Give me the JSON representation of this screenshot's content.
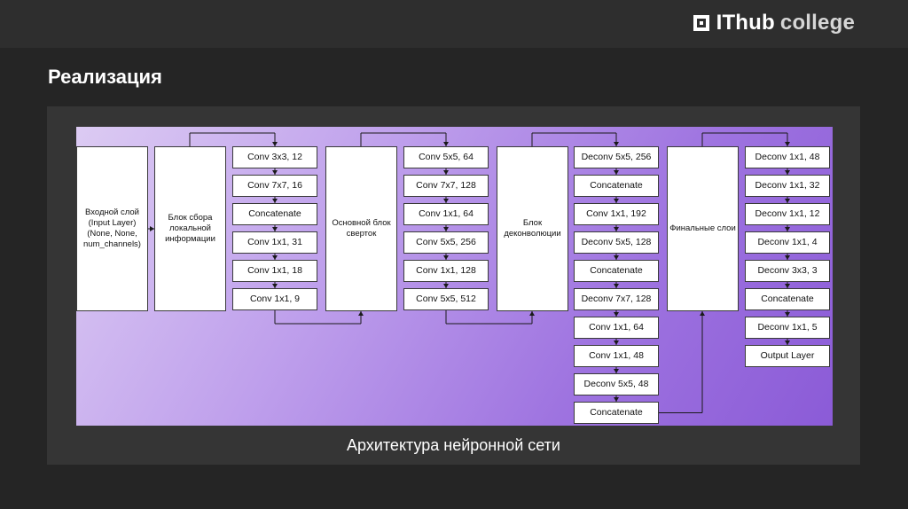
{
  "logo": {
    "name_a": "IThub",
    "name_b": "college"
  },
  "title": "Реализация",
  "caption": "Архитектура нейронной сети",
  "diagram": {
    "background": [
      "#dccbf3",
      "#8b5bd7"
    ],
    "blocks": {
      "input": "Входной слой (Input Layer) (None, None, num_channels)",
      "local": "Блок сбора локальной информации",
      "conv_main": "Основной блок сверток",
      "deconv": "Блок деконволюции",
      "final": "Финальные слои"
    },
    "columns": {
      "local_layers": [
        "Conv 3x3, 12",
        "Conv 7x7, 16",
        "Concatenate",
        "Conv 1x1, 31",
        "Conv 1x1, 18",
        "Conv 1x1, 9"
      ],
      "conv_layers": [
        "Conv 5x5, 64",
        "Conv 7x7, 128",
        "Conv 1x1, 64",
        "Conv 5x5, 256",
        "Conv 1x1, 128",
        "Conv 5x5, 512"
      ],
      "deconv_layers": [
        "Deconv 5x5, 256",
        "Concatenate",
        "Conv 1x1, 192",
        "Deconv 5x5, 128",
        "Concatenate",
        "Deconv 7x7, 128",
        "Conv 1x1, 64",
        "Conv 1x1, 48",
        "Deconv 5x5, 48",
        "Concatenate"
      ],
      "final_layers": [
        "Deconv 1x1, 48",
        "Deconv 1x1, 32",
        "Deconv 1x1, 12",
        "Deconv 1x1, 4",
        "Deconv 3x3, 3",
        "Concatenate",
        "Deconv 1x1, 5",
        "Output Layer"
      ]
    }
  }
}
